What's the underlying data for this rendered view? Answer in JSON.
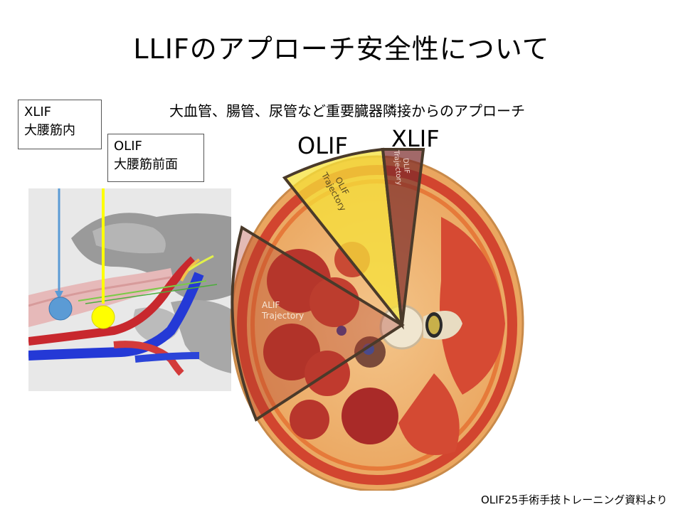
{
  "title": "LLIFのアプローチ安全性について",
  "subtitle": "大血管、腸管、尿管など重要臓器隣接からのアプローチ",
  "left_labels": {
    "xlif": {
      "line1": "XLIF",
      "line2": "大腰筋内"
    },
    "olif": {
      "line1": "OLIF",
      "line2": "大腰筋前面"
    }
  },
  "big_labels": {
    "olif": "OLIF",
    "xlif": "XLIF"
  },
  "trajectories": {
    "olif": [
      "OLIF",
      "Trajectory"
    ],
    "dlif": [
      "DLIF",
      "Trajectory"
    ],
    "alif": [
      "ALIF",
      "Trajectory"
    ]
  },
  "credit": "OLIF25手術手技トレーニング資料より",
  "colors": {
    "xlif_marker": "#5b9bd5",
    "olif_marker": "#ffff00",
    "olif_sector": "#f5e23a",
    "xlif_sector": "#7a2a2a",
    "alif_sector": "#b03a2a"
  }
}
